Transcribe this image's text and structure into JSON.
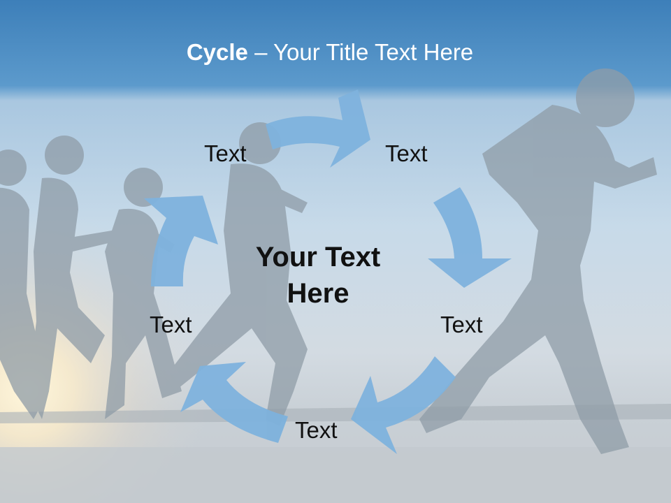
{
  "title": {
    "bold": "Cycle",
    "rest": " – Your Title Text Here"
  },
  "center_text": {
    "line1": "Your Text",
    "line2": "Here"
  },
  "labels": [
    "Text",
    "Text",
    "Text",
    "Text",
    "Text"
  ],
  "colors": {
    "arrow": "#7eb2dd",
    "title_band": "#4a8ec4",
    "sky": "#bcd3e6",
    "silhouette": "#8e9ba6",
    "ground": "#c6ccd2"
  }
}
